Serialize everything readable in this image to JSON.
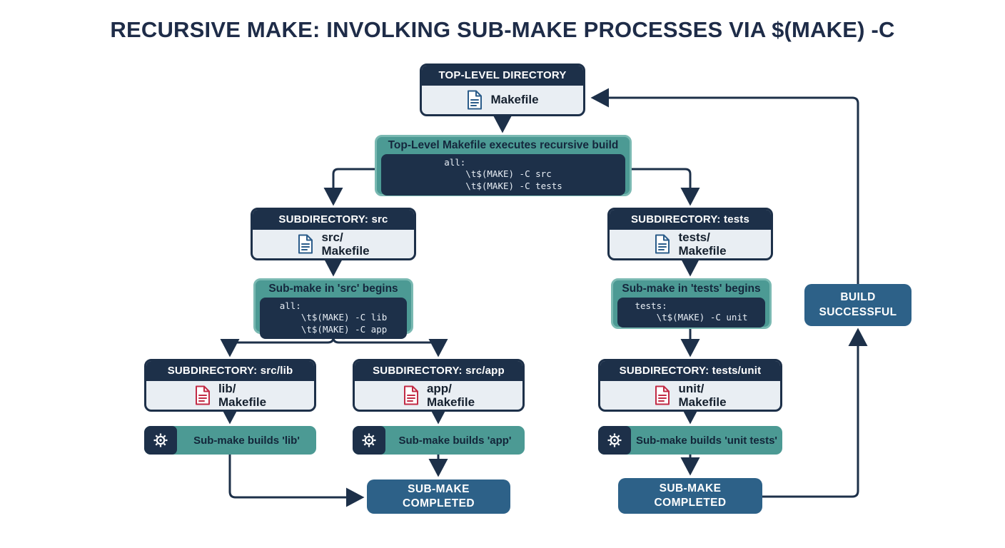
{
  "title": "RECURSIVE MAKE: INVOLKING SUB-MAKE PROCESSES VIA $(MAKE) -C",
  "colors": {
    "navy": "#1d3049",
    "teal_fill": "#4c9a94",
    "teal_border": "#7ab9b2",
    "steel_blue": "#2d6188",
    "body_bg": "#e9eef3",
    "blue_doc_icon": "#2b5c8a",
    "red_doc_icon": "#c22b45",
    "connector": "#1d3049"
  },
  "diagram": {
    "top_level": {
      "header": "TOP-LEVEL DIRECTORY",
      "file": "Makefile"
    },
    "root_step": {
      "label": "Top-Level Makefile executes recursive build",
      "code": [
        "all:",
        "    \\t$(MAKE) -C src",
        "    \\t$(MAKE) -C tests"
      ]
    },
    "subdir_src": {
      "header": "SUBDIRECTORY: src",
      "file_line1": "src/",
      "file_line2": "Makefile"
    },
    "src_step": {
      "label": "Sub-make in 'src' begins",
      "code": [
        "all:",
        "    \\t$(MAKE) -C lib",
        "    \\t$(MAKE) -C app"
      ]
    },
    "subdir_tests": {
      "header": "SUBDIRECTORY: tests",
      "file_line1": "tests/",
      "file_line2": "Makefile"
    },
    "tests_step": {
      "label": "Sub-make in 'tests' begins",
      "code": [
        "tests:",
        "    \\t$(MAKE) -C unit"
      ]
    },
    "subdir_src_lib": {
      "header": "SUBDIRECTORY: src/lib",
      "file_line1": "lib/",
      "file_line2": "Makefile"
    },
    "subdir_src_app": {
      "header": "SUBDIRECTORY: src/app",
      "file_line1": "app/",
      "file_line2": "Makefile"
    },
    "subdir_tests_unit": {
      "header": "SUBDIRECTORY: tests/unit",
      "file_line1": "unit/",
      "file_line2": "Makefile"
    },
    "build_lib": {
      "label": "Sub-make builds 'lib'"
    },
    "build_app": {
      "label": "Sub-make builds 'app'"
    },
    "build_unit": {
      "label": "Sub-make builds 'unit tests'"
    },
    "done_center": {
      "line1": "SUB-MAKE",
      "line2": "COMPLETED"
    },
    "done_right": {
      "line1": "SUB-MAKE",
      "line2": "COMPLETED"
    },
    "build_successful": {
      "line1": "BUILD",
      "line2": "SUCCESSFUL"
    }
  }
}
